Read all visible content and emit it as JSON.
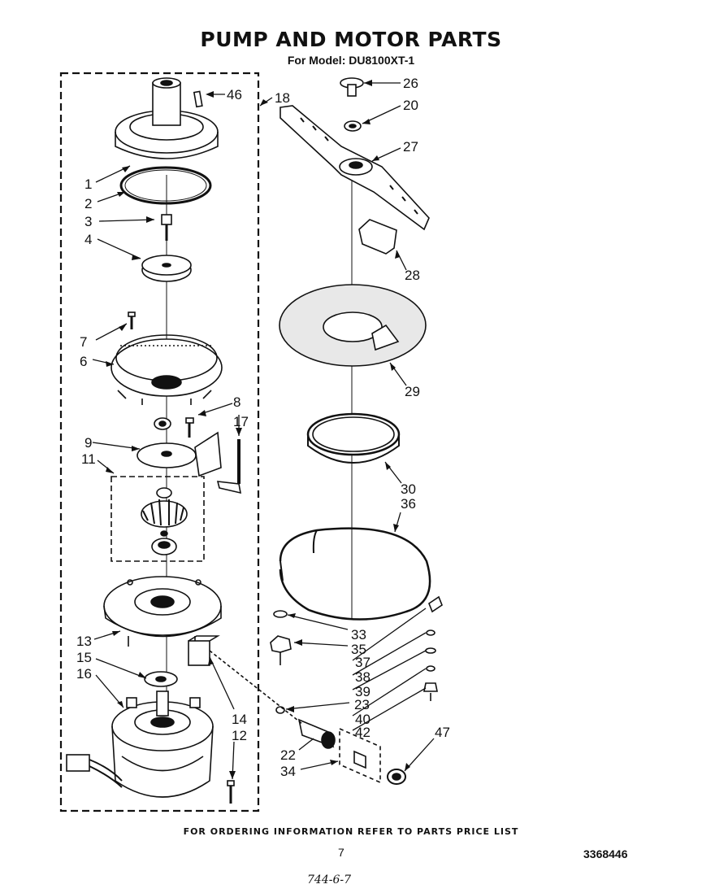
{
  "header": {
    "title": "PUMP AND MOTOR PARTS",
    "subtitle": "For Model: DU8100XT-1"
  },
  "callouts": {
    "c1": "1",
    "c2": "2",
    "c3": "3",
    "c4": "4",
    "c6": "6",
    "c7": "7",
    "c8": "8",
    "c9": "9",
    "c11": "11",
    "c12": "12",
    "c13": "13",
    "c14": "14",
    "c15": "15",
    "c16": "16",
    "c17": "17",
    "c18": "18",
    "c20": "20",
    "c22": "22",
    "c23": "23",
    "c26": "26",
    "c27": "27",
    "c28": "28",
    "c29": "29",
    "c30": "30",
    "c33": "33",
    "c34": "34",
    "c35": "35",
    "c36": "36",
    "c37": "37",
    "c38": "38",
    "c39": "39",
    "c40": "40",
    "c42": "42",
    "c46": "46",
    "c47": "47"
  },
  "footer": {
    "ordering_note": "FOR ORDERING INFORMATION REFER TO PARTS PRICE LIST",
    "page_number": "7",
    "document_number": "3368446",
    "handwritten_note": "744-6-7"
  }
}
